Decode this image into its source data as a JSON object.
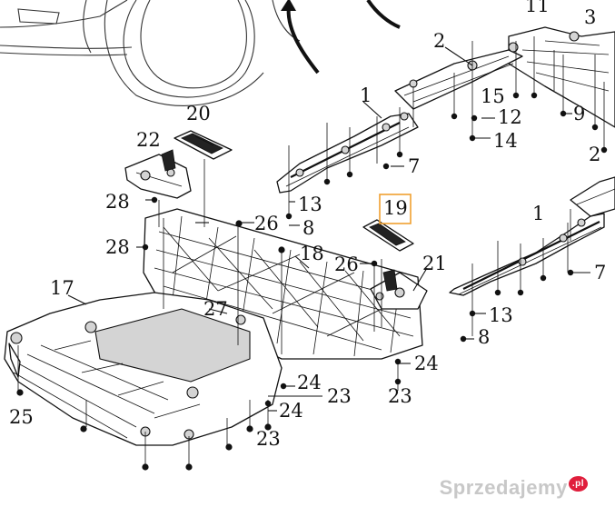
{
  "diagram": {
    "callouts": [
      {
        "id": "c11",
        "label": "11"
      },
      {
        "id": "c3",
        "label": "3"
      },
      {
        "id": "c2a",
        "label": "2"
      },
      {
        "id": "c1a",
        "label": "1"
      },
      {
        "id": "c15",
        "label": "15"
      },
      {
        "id": "c12",
        "label": "12"
      },
      {
        "id": "c9",
        "label": "9"
      },
      {
        "id": "c14",
        "label": "14"
      },
      {
        "id": "c7a",
        "label": "7"
      },
      {
        "id": "c2b",
        "label": "2"
      },
      {
        "id": "c20",
        "label": "20"
      },
      {
        "id": "c22",
        "label": "22"
      },
      {
        "id": "c13a",
        "label": "13"
      },
      {
        "id": "c8a",
        "label": "8"
      },
      {
        "id": "c28a",
        "label": "28"
      },
      {
        "id": "c26a",
        "label": "26"
      },
      {
        "id": "c19",
        "label": "19"
      },
      {
        "id": "c1b",
        "label": "1"
      },
      {
        "id": "c28b",
        "label": "28"
      },
      {
        "id": "c18",
        "label": "18"
      },
      {
        "id": "c26b",
        "label": "26"
      },
      {
        "id": "c21",
        "label": "21"
      },
      {
        "id": "c7b",
        "label": "7"
      },
      {
        "id": "c17",
        "label": "17"
      },
      {
        "id": "c27",
        "label": "27"
      },
      {
        "id": "c13b",
        "label": "13"
      },
      {
        "id": "c8b",
        "label": "8"
      },
      {
        "id": "c24a",
        "label": "24"
      },
      {
        "id": "c24b",
        "label": "24"
      },
      {
        "id": "c23a",
        "label": "23"
      },
      {
        "id": "c23b",
        "label": "23"
      },
      {
        "id": "c24c",
        "label": "24"
      },
      {
        "id": "c25",
        "label": "25"
      },
      {
        "id": "c23c",
        "label": "23"
      }
    ],
    "highlighted_callout": "19",
    "highlight_color": "#f0a030"
  },
  "watermark": {
    "text": "Sprzedajemy",
    "suffix": ".pl",
    "accent_color": "#e01e3c"
  }
}
